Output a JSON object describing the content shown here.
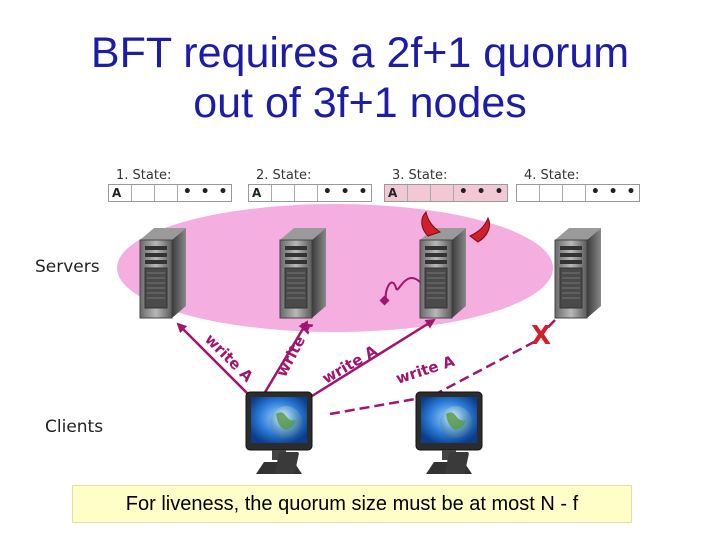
{
  "title": {
    "line1": "BFT requires a 2f+1 quorum",
    "line2": "out of 3f+1 nodes"
  },
  "servers_label": "Servers",
  "clients_label": "Clients",
  "states": [
    {
      "label": "1. State:",
      "value": "A",
      "dots": "• • •"
    },
    {
      "label": "2. State:",
      "value": "A",
      "dots": "• • •"
    },
    {
      "label": "3. State:",
      "value": "A",
      "dots": "• • •"
    },
    {
      "label": "4. State:",
      "value": "",
      "dots": "• • •"
    }
  ],
  "write_labels": [
    "write A",
    "write A",
    "write A",
    "write A"
  ],
  "fail_mark": "X",
  "note": "For liveness, the quorum size must be at most N - f",
  "colors": {
    "title": "#1c1ca8",
    "quorum_ellipse": "#f4aee0",
    "arrow": "#a0156e",
    "note_bg": "#fffec8",
    "faulty_horns": "#d0202a"
  },
  "icons": {
    "server": "server-tower-icon",
    "client": "desktop-monitor-icon",
    "faulty": "devil-horns-icon"
  }
}
